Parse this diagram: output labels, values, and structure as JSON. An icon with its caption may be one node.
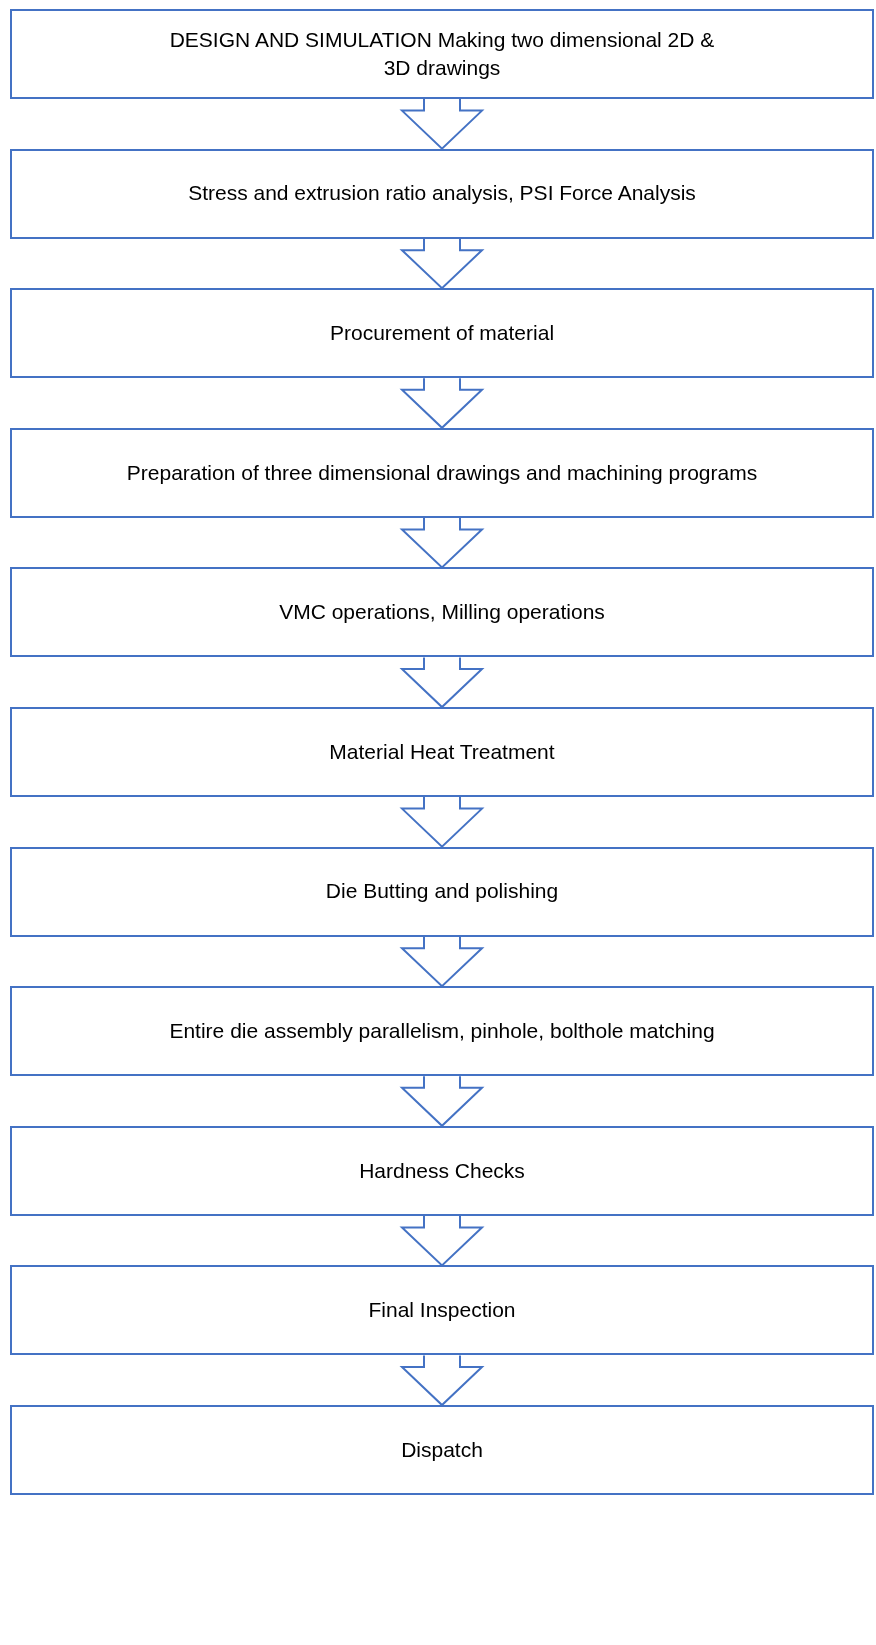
{
  "diagram": {
    "nodes": [
      {
        "text": [
          "DESIGN AND SIMULATION Making two dimensional 2D & 3D drawings"
        ]
      },
      {
        "text": [
          "Stress and extrusion ratio analysis, PSI Force Analysis"
        ]
      },
      {
        "text": [
          "Procurement of material"
        ]
      },
      {
        "text": [
          "Preparation of three dimensional drawings and machining programs"
        ]
      },
      {
        "text": [
          "VMC operations, Milling operations"
        ]
      },
      {
        "text": [
          "Material Heat Treatment"
        ]
      },
      {
        "text": [
          "Die Butting and polishing"
        ]
      },
      {
        "text": [
          "Entire die assembly parallelism, pinhole, bolthole matching"
        ]
      },
      {
        "text": [
          "Hardness Checks"
        ]
      },
      {
        "text": [
          "Final Inspection"
        ]
      },
      {
        "text": [
          "Dispatch"
        ]
      }
    ],
    "edges": [
      {
        "from": 0,
        "to": 1,
        "arrow": "to"
      },
      {
        "from": 1,
        "to": 2,
        "arrow": "to"
      },
      {
        "from": 2,
        "to": 3,
        "arrow": "to"
      },
      {
        "from": 3,
        "to": 4,
        "arrow": "to"
      },
      {
        "from": 4,
        "to": 5,
        "arrow": "to"
      },
      {
        "from": 5,
        "to": 6,
        "arrow": "to"
      },
      {
        "from": 6,
        "to": 7,
        "arrow": "to"
      },
      {
        "from": 7,
        "to": 8,
        "arrow": "to"
      },
      {
        "from": 8,
        "to": 9,
        "arrow": "to"
      },
      {
        "from": 9,
        "to": 10,
        "arrow": "to"
      }
    ]
  }
}
